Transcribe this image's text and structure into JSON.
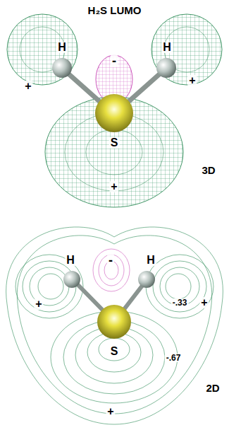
{
  "diagram": {
    "title": "H₂S LUMO",
    "labels": [
      "H",
      "H",
      "-",
      "+",
      "+",
      "S",
      "+",
      "3D",
      "H",
      "H",
      "-",
      "+",
      "-.33",
      "+",
      "S",
      "-.67",
      "+",
      "2D"
    ]
  }
}
